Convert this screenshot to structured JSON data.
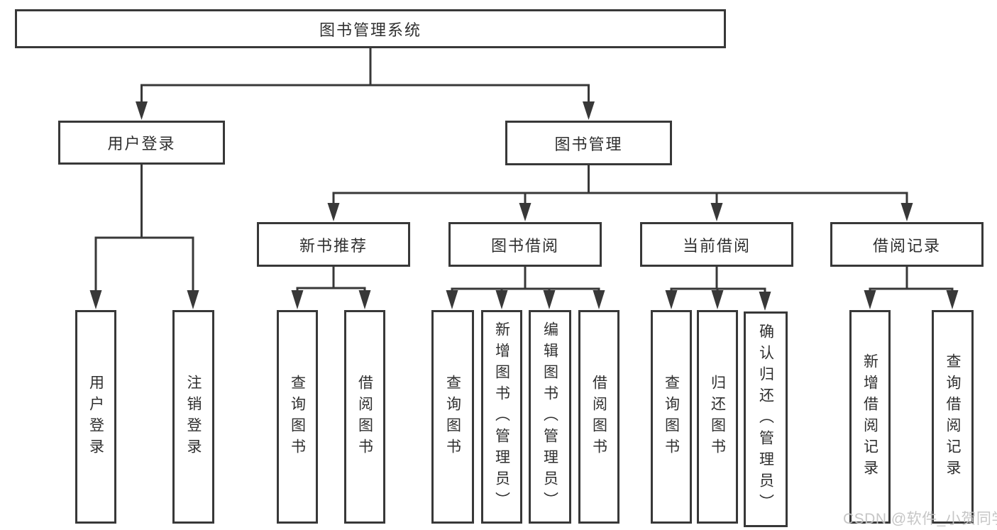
{
  "diagram": {
    "root": {
      "label": "图书管理系统"
    },
    "branches": [
      {
        "label": "用户登录",
        "children": [
          {
            "label": "用户登录"
          },
          {
            "label": "注销登录"
          }
        ]
      },
      {
        "label": "图书管理",
        "children": [
          {
            "label": "新书推荐",
            "children": [
              {
                "label": "查询图书"
              },
              {
                "label": "借阅图书"
              }
            ]
          },
          {
            "label": "图书借阅",
            "children": [
              {
                "label": "查询图书"
              },
              {
                "label": "新增图书（管理员）"
              },
              {
                "label": "编辑图书（管理员）"
              },
              {
                "label": "借阅图书"
              }
            ]
          },
          {
            "label": "当前借阅",
            "children": [
              {
                "label": "查询图书"
              },
              {
                "label": "归还图书"
              },
              {
                "label": "确认归还（管理员）"
              }
            ]
          },
          {
            "label": "借阅记录",
            "children": [
              {
                "label": "新增借阅记录"
              },
              {
                "label": "查询借阅记录"
              }
            ]
          }
        ]
      }
    ]
  },
  "watermark": {
    "text": "CSDN @软件_小贺同学"
  },
  "colors": {
    "line": "#383838",
    "box_border": "#383838",
    "box_fill": "#ffffff",
    "text": "#2f2f2f",
    "watermark": "#c3c3c3",
    "background": "#ffffff"
  }
}
